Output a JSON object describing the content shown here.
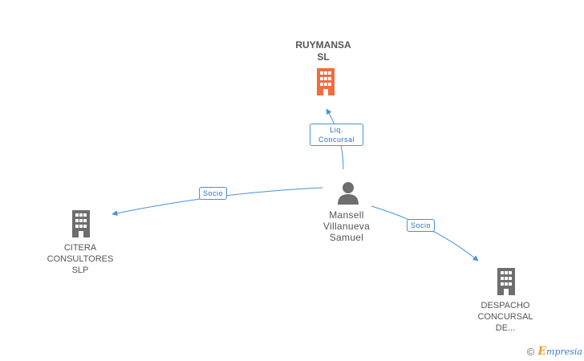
{
  "nodes": {
    "top": {
      "lines": [
        "RUYMANSA",
        "SL"
      ],
      "color": "#f26d3d"
    },
    "left": {
      "lines": [
        "CITERA",
        "CONSULTORES",
        "SLP"
      ],
      "color": "#6e6e6e"
    },
    "bottom_right": {
      "lines": [
        "DESPACHO",
        "CONCURSAL",
        "DE..."
      ],
      "color": "#6e6e6e"
    },
    "person": {
      "lines": [
        "Mansell",
        "Villanueva",
        "Samuel"
      ],
      "color": "#6e6e6e"
    }
  },
  "edges": {
    "to_top": {
      "lines": [
        "Liq.",
        "Concursal"
      ]
    },
    "to_left": {
      "lines": [
        "Socio"
      ]
    },
    "to_bottom_right": {
      "lines": [
        "Socio"
      ]
    }
  },
  "edge_color": "#4a90d9",
  "footer": {
    "copyright_symbol": "©",
    "brand_initial": "E",
    "brand_rest": "mpresia"
  }
}
